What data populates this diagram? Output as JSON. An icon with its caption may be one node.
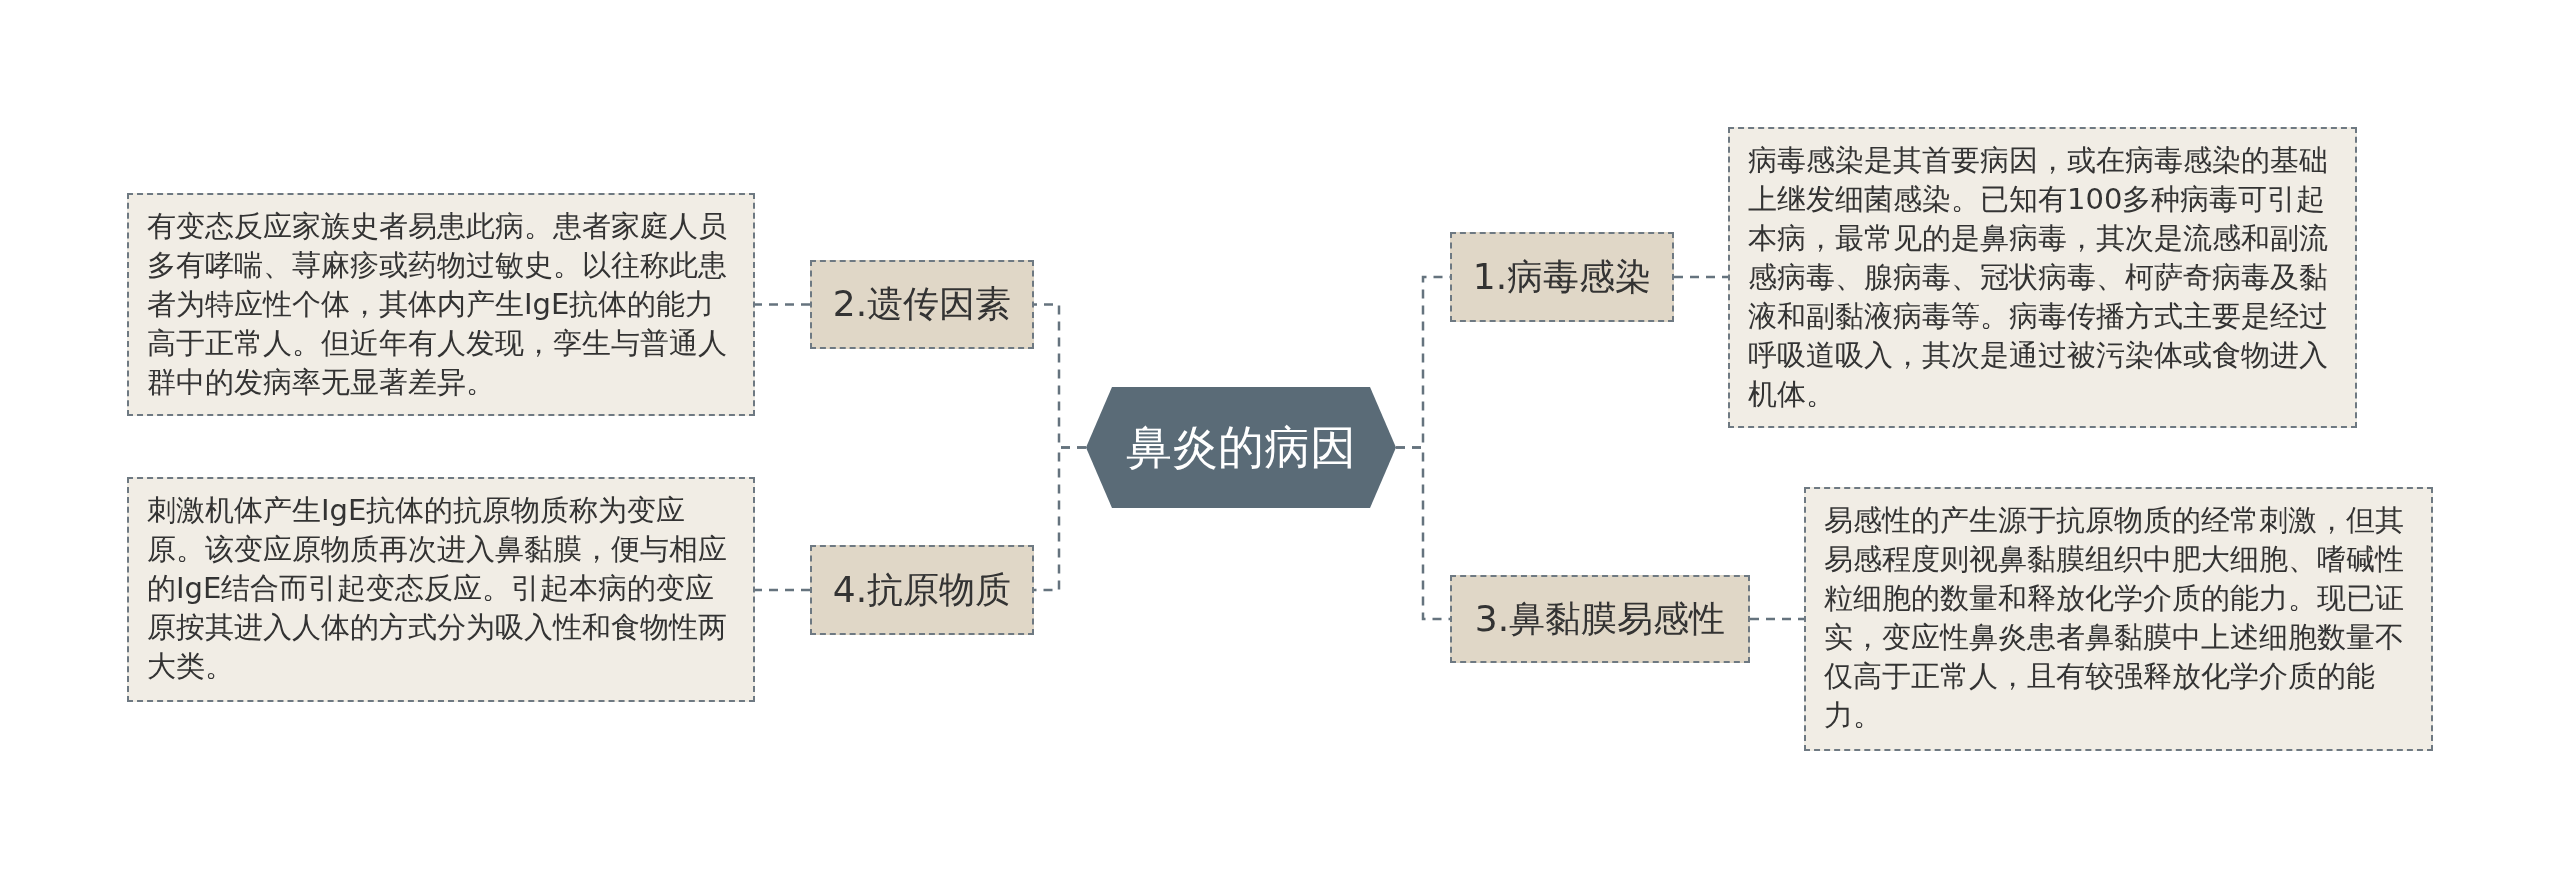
{
  "diagram": {
    "nodes": [
      {
        "text": [
          "鼻炎的病因"
        ]
      },
      {
        "text": [
          "1.病毒感染"
        ]
      },
      {
        "text": [
          "病毒感染是其首要病因，或在病毒感染的基础上继发细菌感染。已知有100多种病毒可引起本病，最常见的是鼻病毒，其次是流感和副流感病毒、腺病毒、冠状病毒、柯萨奇病毒及黏液和副黏液病毒等。病毒传播方式主要是经过呼吸道吸入，其次是通过被污染体或食物进入机体。"
        ]
      },
      {
        "text": [
          "2.遗传因素"
        ]
      },
      {
        "text": [
          "有变态反应家族史者易患此病。患者家庭人员多有哮喘、荨麻疹或药物过敏史。以往称此患者为特应性个体，其体内产生IgE抗体的能力高于正常人。但近年有人发现，孪生与普通人群中的发病率无显著差异。"
        ]
      },
      {
        "text": [
          "3.鼻黏膜易感性"
        ]
      },
      {
        "text": [
          "易感性的产生源于抗原物质的经常刺激，但其易感程度则视鼻黏膜组织中肥大细胞、嗜碱性粒细胞的数量和释放化学介质的能力。现已证实，变应性鼻炎患者鼻黏膜中上述细胞数量不仅高于正常人，且有较强释放化学介质的能力。"
        ]
      },
      {
        "text": [
          "4.抗原物质"
        ]
      },
      {
        "text": [
          "刺激机体产生IgE抗体的抗原物质称为变应原。该变应原物质再次进入鼻黏膜，便与相应的IgE结合而引起变态反应。引起本病的变应原按其进入人体的方式分为吸入性和食物性两大类。"
        ]
      }
    ],
    "edges": [
      {
        "from": 0,
        "to": 1,
        "arrow": "none",
        "style": "dashed"
      },
      {
        "from": 1,
        "to": 2,
        "arrow": "none",
        "style": "dashed"
      },
      {
        "from": 0,
        "to": 3,
        "arrow": "none",
        "style": "dashed"
      },
      {
        "from": 3,
        "to": 4,
        "arrow": "none",
        "style": "dashed"
      },
      {
        "from": 0,
        "to": 5,
        "arrow": "none",
        "style": "dashed"
      },
      {
        "from": 5,
        "to": 6,
        "arrow": "none",
        "style": "dashed"
      },
      {
        "from": 0,
        "to": 7,
        "arrow": "none",
        "style": "dashed"
      },
      {
        "from": 7,
        "to": 8,
        "arrow": "none",
        "style": "dashed"
      }
    ]
  }
}
